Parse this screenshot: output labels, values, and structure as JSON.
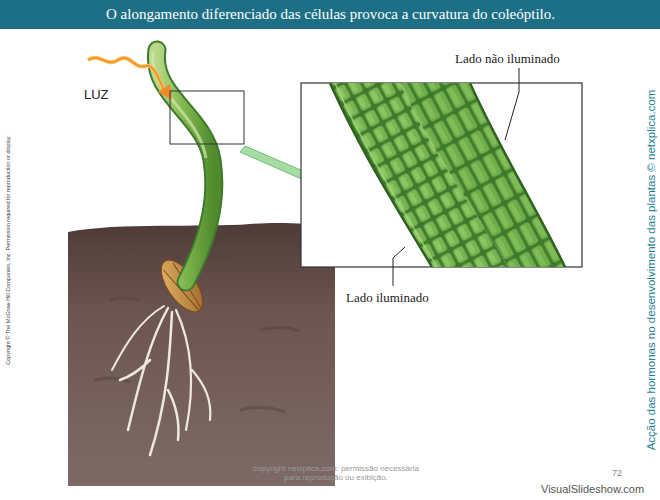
{
  "diagram": {
    "title": "O alongamento diferenciado das células provoca a curvatura do coleóptilo.",
    "labels": [
      "LUZ",
      "Lado não iluminado",
      "Lado iluminado",
      "Copyright © The McGraw-Hill Companies, Inc. Permission required for reproduction or display.",
      "Acção das hormonas no desenvolvimento das plantas © netxplica.com",
      "copyright netxplica.com: permissão necessária para reprodução ou exibição.",
      "72",
      "VisualSlideshow.com"
    ]
  }
}
